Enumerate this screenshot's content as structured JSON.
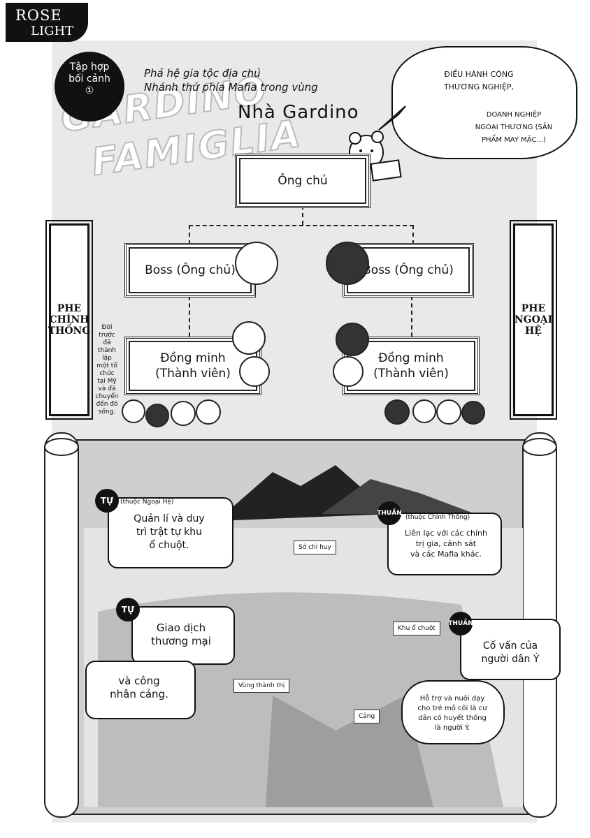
{
  "logo": {
    "line1": "ROSE",
    "line2": "LIGHT"
  },
  "tag": {
    "line1": "Tập hợp",
    "line2": "bối cảnh",
    "number": "①"
  },
  "watermark": {
    "line1": "GARDINO",
    "line2": "FAMIGLIA"
  },
  "header": {
    "subtitle1": "Phả hệ gia tộc địa chủ",
    "subtitle2": "Nhánh thứ phía Mafia trong vùng",
    "title": "Nhà Gardino"
  },
  "speech": {
    "line1": "ĐIỀU HÀNH CÔNG",
    "line2": "THƯƠNG NGHIỆP,",
    "line3": "DOANH NGHIỆP",
    "line4": "NGOẠI THƯƠNG (SẢN",
    "line5": "PHẨM MAY MẶC...)"
  },
  "tree": {
    "root": "Ông chủ",
    "left_boss": "Boss (Ông chủ)",
    "right_boss": "Boss (Ông chủ)",
    "left_member_1": "Đồng minh",
    "left_member_2": "(Thành viên)",
    "right_member_1": "Đồng minh",
    "right_member_2": "(Thành viên)"
  },
  "sides": {
    "left": [
      "PHE",
      "CHÍNH",
      "THỐNG"
    ],
    "right": [
      "PHE",
      "NGOẠI",
      "HỆ"
    ],
    "left_note": "Đời trước đã thành lập một tổ chức tại Mỹ và đã chuyển đến đó sống."
  },
  "map": {
    "labels": {
      "hq": "Sở chỉ huy",
      "slum": "Khu ổ chuột",
      "suburb": "Vùng thành thị",
      "port": "Cảng"
    },
    "bubble1": {
      "tag": "TỰ",
      "affiliation": "(thuộc Ngoại Hệ)",
      "text1": "Quản lí và duy",
      "text2": "trì trật tự khu",
      "text3": "ổ chuột."
    },
    "bubble2": {
      "tag": "THUẦN",
      "affiliation": "(thuộc Chính Thống)",
      "text1": "Liên lạc với các chính",
      "text2": "trị gia, cảnh sát",
      "text3": "và các Mafia khác."
    },
    "bubble3": {
      "tag": "TỰ",
      "text1": "Giao dịch",
      "text2": "thương mại",
      "text3": "và công",
      "text4": "nhân cảng."
    },
    "bubble4": {
      "tag": "THUẦN",
      "text1": "Cố vấn của",
      "text2": "người dân Ý",
      "text3": "Hỗ trợ và nuôi dạy",
      "text4": "cho trẻ mồ côi là cư",
      "text5": "dân có huyết thống",
      "text6": "là người Ý."
    }
  }
}
